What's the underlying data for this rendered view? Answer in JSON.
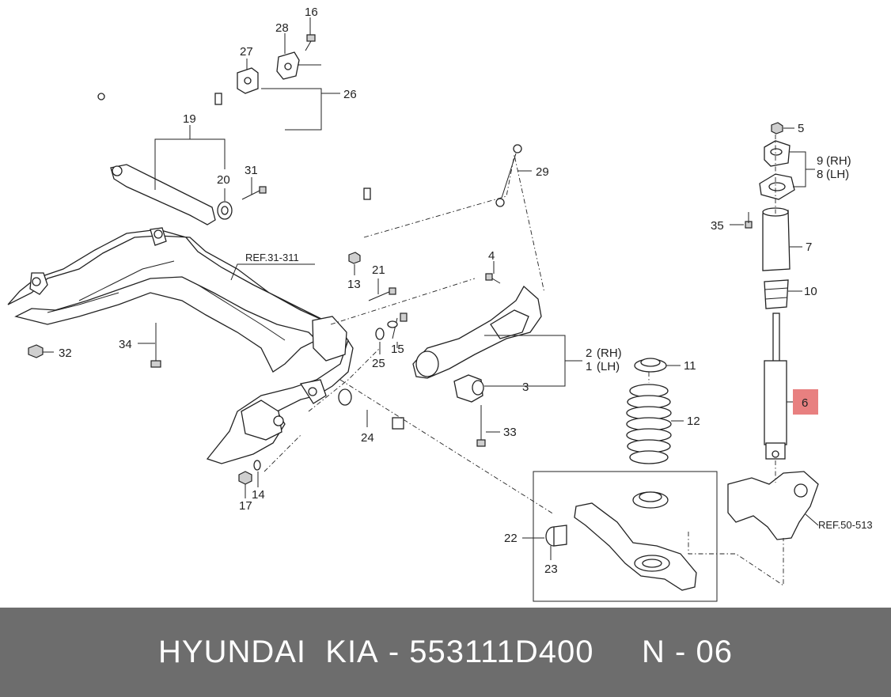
{
  "diagram": {
    "ref_frame": "REF.31-311",
    "ref_knuckle": "REF.50-513",
    "highlight_color": "#e88080",
    "callouts": {
      "c1": "1",
      "c2": "2",
      "c1_side": "(LH)",
      "c2_side": "(RH)",
      "c3": "3",
      "c4": "4",
      "c5": "5",
      "c6": "6",
      "c7": "7",
      "c8": "8",
      "c9": "9",
      "c8_side": "(LH)",
      "c9_side": "(RH)",
      "c10": "10",
      "c11": "11",
      "c12": "12",
      "c13": "13",
      "c14": "14",
      "c15": "15",
      "c16": "16",
      "c17": "17",
      "c19": "19",
      "c20": "20",
      "c21": "21",
      "c22": "22",
      "c23": "23",
      "c24": "24",
      "c25": "25",
      "c26": "26",
      "c27": "27",
      "c28": "28",
      "c29": "29",
      "c31": "31",
      "c32": "32",
      "c33": "33",
      "c34": "34",
      "c35": "35"
    }
  },
  "footer": {
    "brand": "HYUNDAI  KIA",
    "separator": " - ",
    "part_number": "553111D400",
    "page_code": "N - 06"
  }
}
